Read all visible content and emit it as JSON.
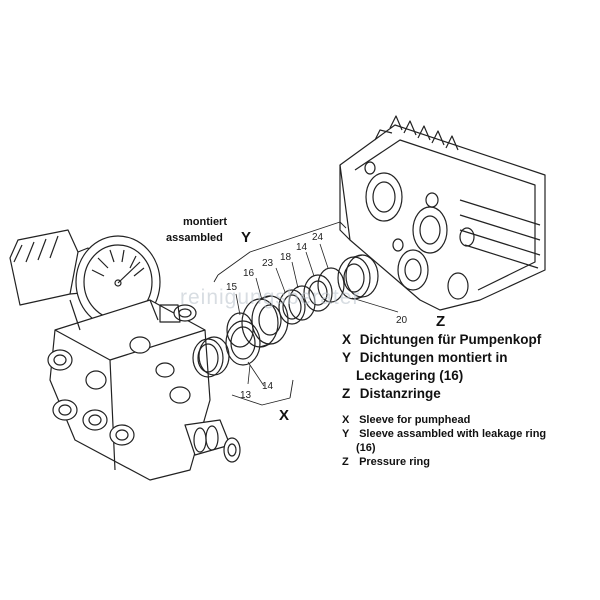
{
  "labels": {
    "montiert": "montiert",
    "assambled": "assambled",
    "y": "Y",
    "x": "X",
    "z": "Z",
    "p15": "15",
    "p16": "16",
    "p23": "23",
    "p18": "18",
    "p14a": "14",
    "p24": "24",
    "p14b": "14",
    "p13": "13",
    "p20": "20"
  },
  "watermark": "reinigungsberater",
  "legend_de": {
    "x_key": "X",
    "x_text": "Dichtungen für Pumpenkopf",
    "y_key": "Y",
    "y_text": "Dichtungen montiert in",
    "y_text2": "Leckagering (16)",
    "z_key": "Z",
    "z_text": "Distanzringe"
  },
  "legend_en": {
    "x_key": "X",
    "x_text": "Sleeve for pumphead",
    "y_key": "Y",
    "y_text": "Sleeve assambled with leakage ring",
    "y_text2": "(16)",
    "z_key": "Z",
    "z_text": "Pressure ring"
  }
}
